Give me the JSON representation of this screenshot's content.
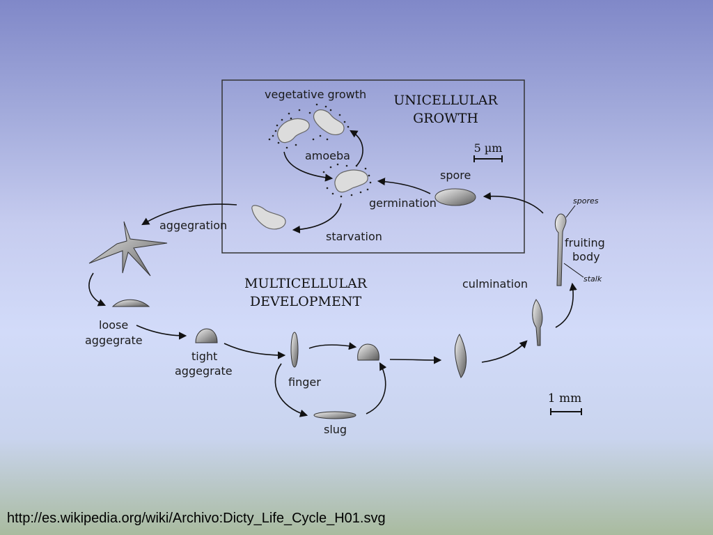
{
  "labels": {
    "vegetative_growth": "vegetative growth",
    "unicellular_line1": "UNICELLULAR",
    "unicellular_line2": "GROWTH",
    "amoeba": "amoeba",
    "scale_small": "5 µm",
    "spore": "spore",
    "germination": "germination",
    "spores": "spores",
    "aggregation": "aggegration",
    "starvation": "starvation",
    "fruiting_line1": "fruiting",
    "fruiting_line2": "body",
    "stalk": "stalk",
    "multicellular_line1": "MULTICELLULAR",
    "multicellular_line2": "DEVELOPMENT",
    "culmination": "culmination",
    "loose_line1": "loose",
    "loose_line2": "aggegrate",
    "tight_line1": "tight",
    "tight_line2": "aggegrate",
    "finger": "finger",
    "slug": "slug",
    "scale_large": "1 mm"
  },
  "source_url": "http://es.wikipedia.org/wiki/Archivo:Dicty_Life_Cycle_H01.svg"
}
